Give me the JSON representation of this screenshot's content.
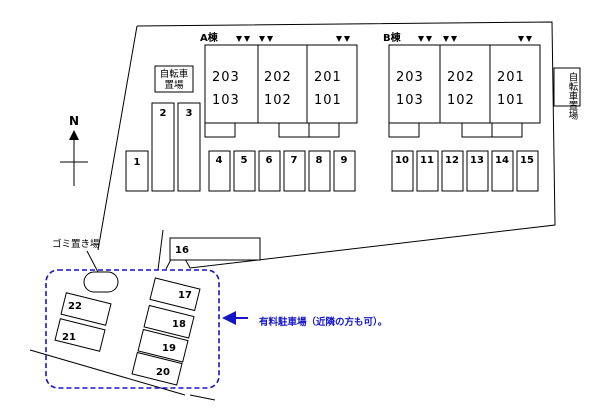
{
  "building_a": {
    "label": "A棟",
    "units_top": [
      "203",
      "202",
      "201"
    ],
    "units_bottom": [
      "103",
      "102",
      "101"
    ]
  },
  "building_b": {
    "label": "B棟",
    "units_top": [
      "203",
      "202",
      "201"
    ],
    "units_bottom": [
      "103",
      "102",
      "101"
    ]
  },
  "bike_parking": "自転車置場",
  "compass_label": "N",
  "garbage_label": "ゴミ置き場",
  "paid_parking_note": "有料駐車場（近隣の方も可）。",
  "parking_spaces": {
    "s1": "1",
    "s2": "2",
    "s3": "3",
    "s4": "4",
    "s5": "5",
    "s6": "6",
    "s7": "7",
    "s8": "8",
    "s9": "9",
    "s10": "10",
    "s11": "11",
    "s12": "12",
    "s13": "13",
    "s14": "14",
    "s15": "15",
    "s16": "16",
    "s17": "17",
    "s18": "18",
    "s19": "19",
    "s20": "20",
    "s21": "21",
    "s22": "22"
  },
  "colors": {
    "accent": "#1515c8",
    "line": "#000000"
  }
}
